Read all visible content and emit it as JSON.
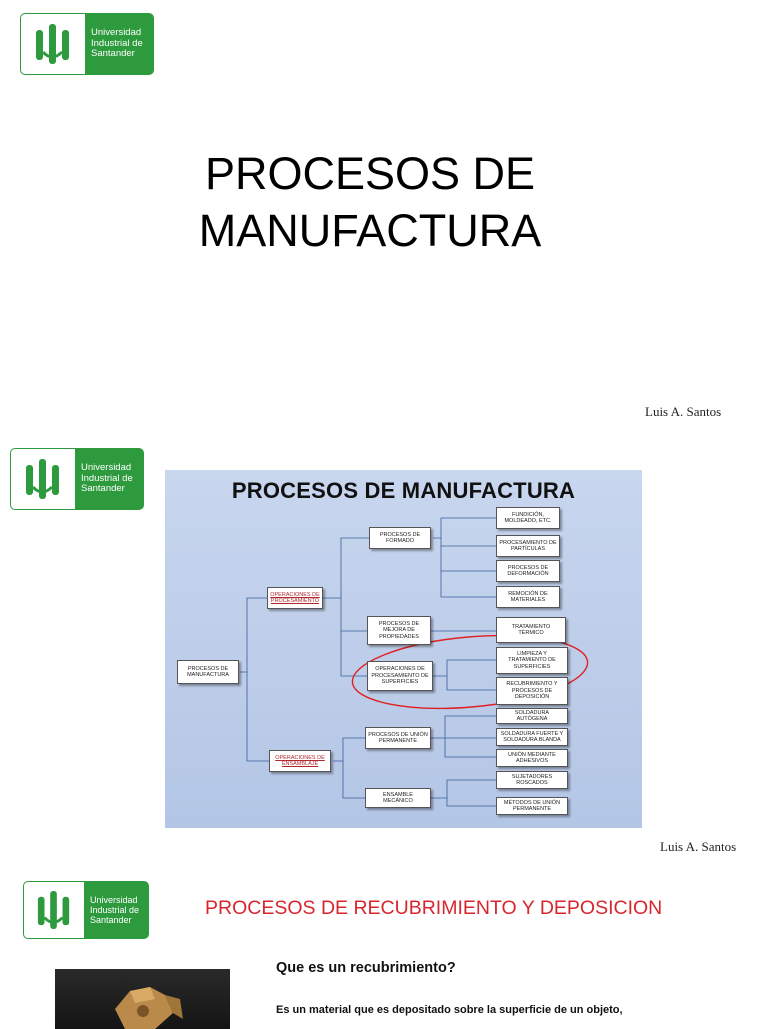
{
  "logo": {
    "text_lines": [
      "Universidad",
      "Industrial de",
      "Santander"
    ],
    "brand_color": "#2e9a3e"
  },
  "slide1": {
    "title_lines": [
      "PROCESOS DE",
      "MANUFACTURA"
    ],
    "author": "Luis A. Santos"
  },
  "slide2": {
    "diagram_title": "PROCESOS DE MANUFACTURA",
    "root": "PROCESOS DE MANUFACTURA",
    "level1": [
      "OPERACIONES DE PROCESAMIENTO",
      "OPERACIONES DE ENSAMBLAJE"
    ],
    "level2": [
      "PROCESOS DE FORMADO",
      "PROCESOS DE MEJORA DE PROPIEDADES",
      "OPERACIONES DE PROCESAMIENTO DE SUPERFICIES",
      "PROCESOS DE UNIÓN PERMANENTE",
      "ENSAMBLE MECÁNICO"
    ],
    "level3": [
      "FUNDICIÓN, MOLDEADO, ETC.",
      "PROCESAMIENTO DE PARTÍCULAS",
      "PROCESOS DE DEFORMACIÓN",
      "REMOCIÓN DE MATERIALES",
      "TRATAMIENTO TÉRMICO",
      "LIMPIEZA Y TRATAMIENTO DE SUPERFICIES",
      "RECUBRIMIENTO Y PROCESOS DE DEPOSICIÓN",
      "SOLDADURA AUTÓGENA",
      "SOLDADURA FUERTE Y SOLDADURA BLANDA",
      "UNIÓN MEDIANTE ADHESIVOS",
      "SUJETADORES ROSCADOS",
      "MÉTODOS DE UNIÓN PERMANENTE"
    ],
    "highlight_color": "#e02020",
    "author": "Luis A. Santos"
  },
  "slide3": {
    "title": "PROCESOS DE RECUBRIMIENTO Y DEPOSICION",
    "question": "Que es un recubrimiento?",
    "answer": "Es un material que es depositado sobre la superficie de un objeto,"
  }
}
